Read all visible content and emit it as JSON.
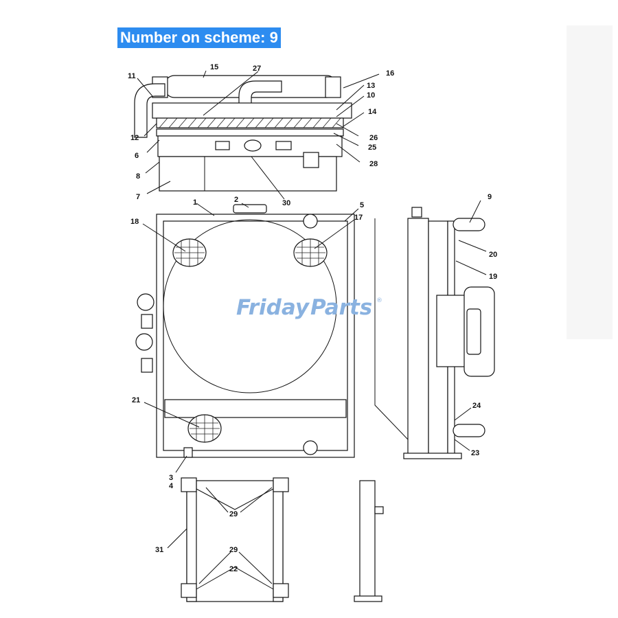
{
  "header": {
    "scheme_label": "Number on scheme: 9"
  },
  "watermark": {
    "part1": "Friday",
    "part2": "Parts",
    "mark": "®",
    "color1": "#8ab2e0",
    "color2": "#f0a33a"
  },
  "accent": "#2d8cf0",
  "callouts": [
    "1",
    "2",
    "3",
    "4",
    "5",
    "6",
    "7",
    "8",
    "9",
    "10",
    "11",
    "12",
    "13",
    "14",
    "15",
    "16",
    "17",
    "18",
    "19",
    "20",
    "21",
    "22",
    "23",
    "24",
    "25",
    "26",
    "27",
    "28",
    "29",
    "30",
    "31"
  ]
}
